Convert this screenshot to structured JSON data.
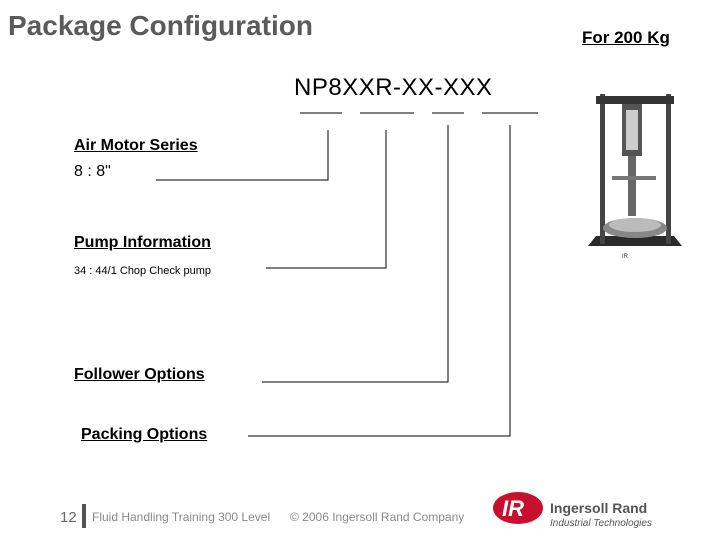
{
  "header": {
    "title": "Package Configuration",
    "capacity": "For  200 Kg"
  },
  "model_code": "NP8XXR-XX-XXX",
  "options": {
    "air_motor": {
      "label": "Air Motor Series",
      "value": "8 : 8\""
    },
    "pump": {
      "label": "Pump Information",
      "value": "34 : 44/1 Chop Check pump"
    },
    "follower": {
      "label": "Follower Options"
    },
    "packing": {
      "label": "Packing Options"
    }
  },
  "footer": {
    "page_number": "12",
    "course": "Fluid Handling  Training  300 Level",
    "copyright": "© 2006 Ingersoll Rand Company"
  },
  "brand": {
    "mark": "IR",
    "name": "Ingersoll Rand",
    "tagline": "Industrial Technologies",
    "color": "#c8102e"
  },
  "product_image": {
    "icon": "pump-package-photo"
  }
}
